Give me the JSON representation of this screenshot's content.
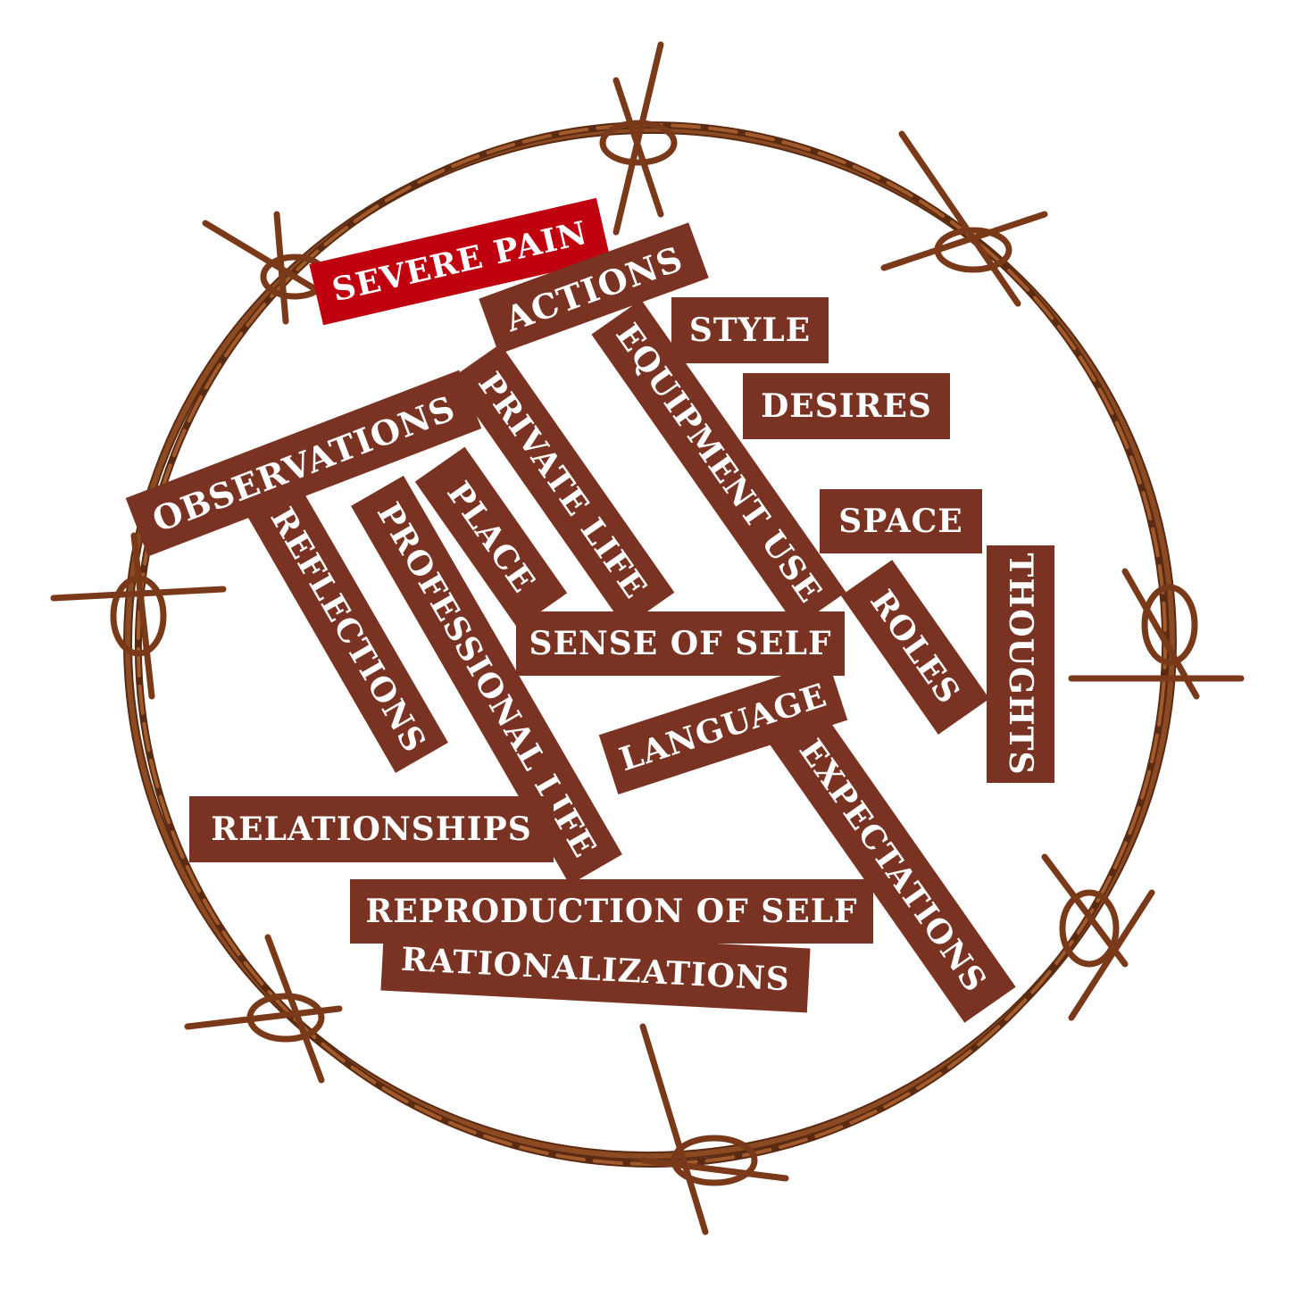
{
  "colors": {
    "label_background": "#7a3322",
    "alert_background": "#c0000f",
    "label_text": "#ffffff",
    "wire": "#8b4a22",
    "wire_dark": "#5a2a12",
    "background": "#ffffff"
  },
  "graphic": "barbed-wire-ring",
  "labels": {
    "severe_pain": "SEVERE PAIN",
    "actions": "ACTIONS",
    "style": "STYLE",
    "desires": "DESIRES",
    "observations": "OBSERVATIONS",
    "private_life": "PRIVATE LIFE",
    "equipment_use": "EQUIPMENT USE",
    "space": "SPACE",
    "place": "PLACE",
    "reflections": "REFLECTIONS",
    "professional_life": "PROFESSIONAL LIFE",
    "thoughts": "THOUGHTS",
    "sense_of_self": "SENSE OF SELF",
    "roles": "ROLES",
    "language": "LANGUAGE",
    "expectations": "EXPECTATIONS",
    "relationships": "RELATIONSHIPS",
    "reproduction_of_self": "REPRODUCTION OF SELF",
    "rationalizations": "RATIONALIZATIONS"
  }
}
